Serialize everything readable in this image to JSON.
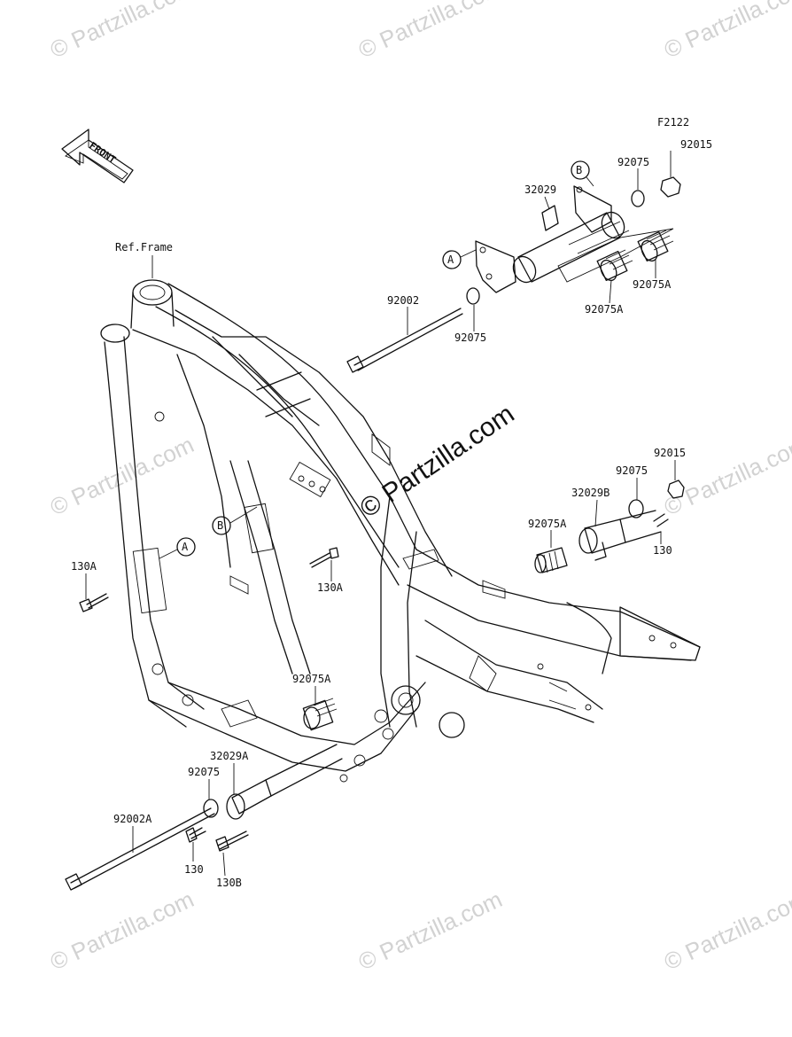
{
  "diagram": {
    "figure_code": "F2122",
    "front_label": "FRONT",
    "ref_frame_label": "Ref.Frame",
    "watermark_text": "© Partzilla.com",
    "line_color": "#111111",
    "watermark_color": "#d2d2d2",
    "callouts": {
      "a": "A",
      "b": "B"
    },
    "parts": [
      {
        "id": "p92015_top",
        "number": "92015"
      },
      {
        "id": "p92075_top",
        "number": "92075"
      },
      {
        "id": "p32029",
        "number": "32029"
      },
      {
        "id": "p92002",
        "number": "92002"
      },
      {
        "id": "p92075_mid",
        "number": "92075"
      },
      {
        "id": "p92075A_r",
        "number": "92075A"
      },
      {
        "id": "p92075A_l",
        "number": "92075A"
      },
      {
        "id": "p92015_right",
        "number": "92015"
      },
      {
        "id": "p92075_right",
        "number": "92075"
      },
      {
        "id": "p32029B",
        "number": "32029B"
      },
      {
        "id": "p92075A_right",
        "number": "92075A"
      },
      {
        "id": "p130_right",
        "number": "130"
      },
      {
        "id": "p130A_left",
        "number": "130A"
      },
      {
        "id": "p130A_center",
        "number": "130A"
      },
      {
        "id": "p92075A_lower",
        "number": "92075A"
      },
      {
        "id": "p32029A",
        "number": "32029A"
      },
      {
        "id": "p92075_lower",
        "number": "92075"
      },
      {
        "id": "p92002A",
        "number": "92002A"
      },
      {
        "id": "p130_bottom",
        "number": "130"
      },
      {
        "id": "p130B",
        "number": "130B"
      }
    ]
  }
}
